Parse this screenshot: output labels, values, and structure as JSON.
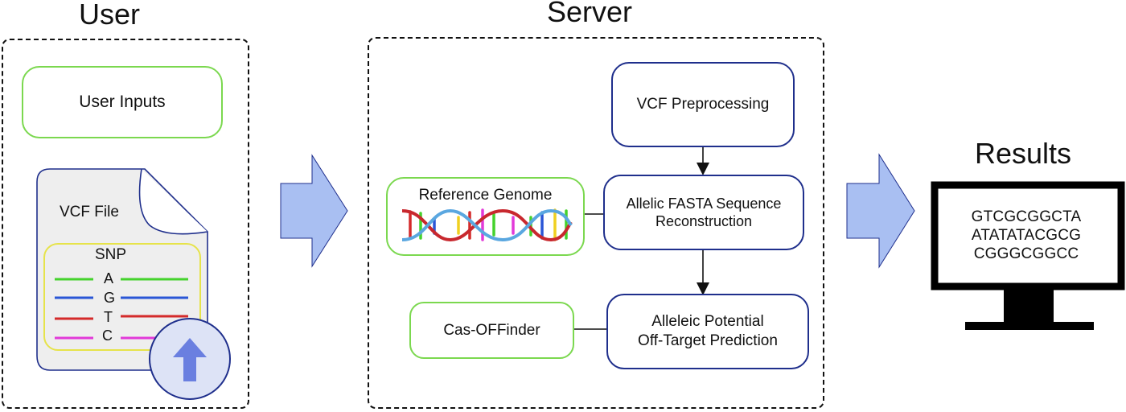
{
  "user": {
    "heading": "User",
    "inputs_label": "User Inputs",
    "vcf_label": "VCF File",
    "snp": {
      "title": "SNP",
      "letters": [
        "A",
        "G",
        "T",
        "C"
      ]
    }
  },
  "server": {
    "heading": "Server",
    "vcf_preprocessing": "VCF Preprocessing",
    "reference_genome": "Reference Genome",
    "allelic_fasta": "Allelic FASTA Sequence Reconstruction",
    "cas_offinder": "Cas-OFFinder",
    "potential_line1": "Alleleic Potential",
    "potential_line2": "Off-Target Prediction"
  },
  "results": {
    "heading": "Results",
    "sequences": [
      "GTCGCGGCTA",
      "ATATATACGCG",
      "CGGGCGGCC"
    ]
  },
  "colors": {
    "green": "#7bd84f",
    "blue": "#1f2f8c",
    "arrow": "#a9bff2",
    "snp_a": "#44d22c",
    "snp_g": "#2a56d6",
    "snp_t": "#d42a2a",
    "snp_c": "#e23ad8"
  }
}
